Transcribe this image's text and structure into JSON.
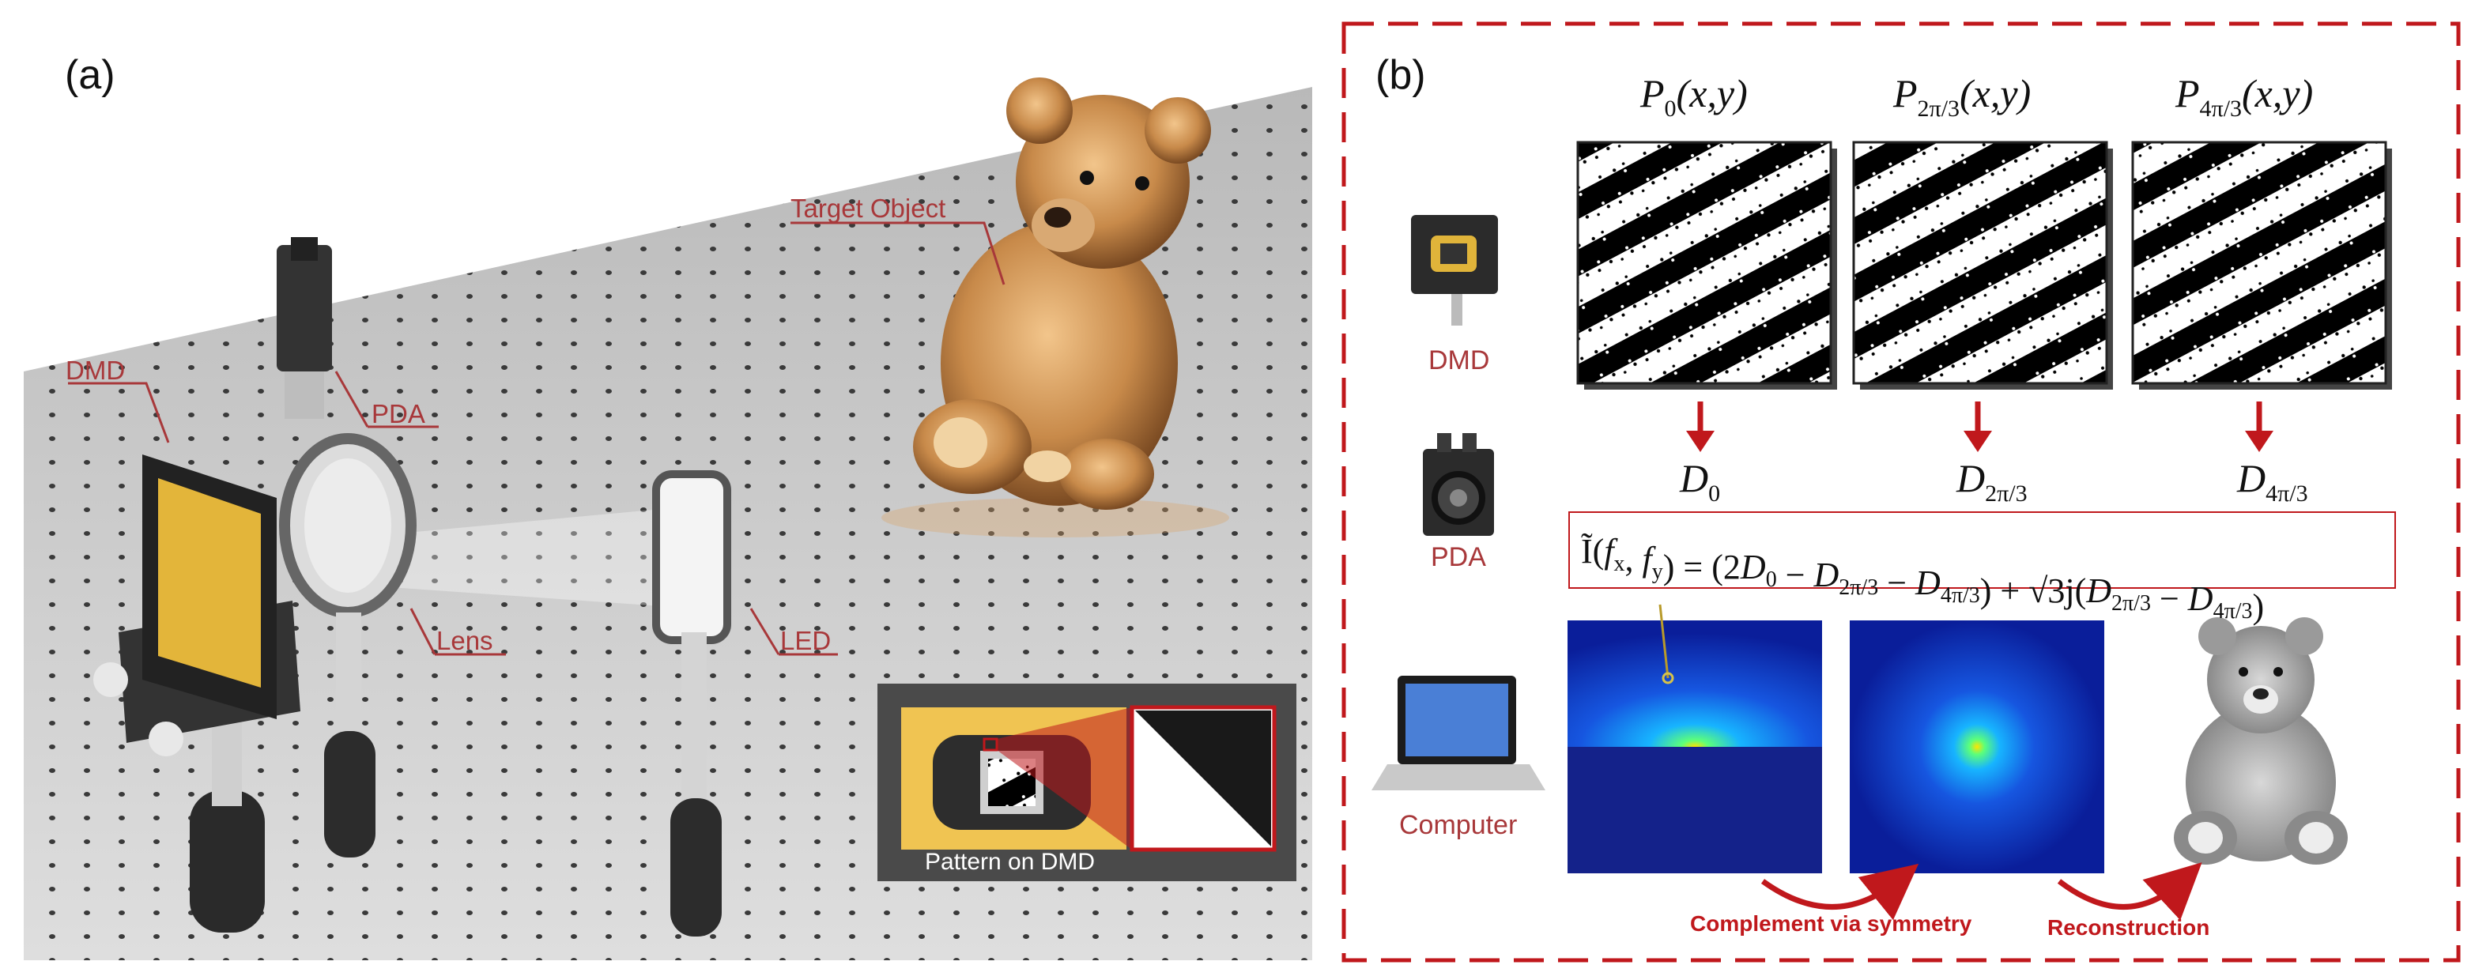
{
  "panel_a": {
    "label": "(a)",
    "labels": {
      "dmd": "DMD",
      "pda": "PDA",
      "lens": "Lens",
      "led": "LED",
      "target": "Target Object"
    },
    "inset_caption": "Pattern on DMD"
  },
  "panel_b": {
    "label": "(b)",
    "devices": {
      "dmd": "DMD",
      "pda": "PDA",
      "computer": "Computer"
    },
    "patterns": [
      "P0(x,y)",
      "P2π/3(x,y)",
      "P4π/3(x,y)"
    ],
    "measurements": [
      "D0",
      "D2π/3",
      "D4π/3"
    ],
    "equation": "Ĩ(fx, fy) = (2D0 − D2π/3 − D4π/3) + √3j(D2π/3 − D4π/3)",
    "arrows": {
      "complement": "Complement via symmetry",
      "reconstruction": "Reconstruction"
    }
  },
  "colors": {
    "accent_red": "#c0181c",
    "label_red": "#a8383a",
    "spectrum_blue": "#0a1e9a"
  }
}
